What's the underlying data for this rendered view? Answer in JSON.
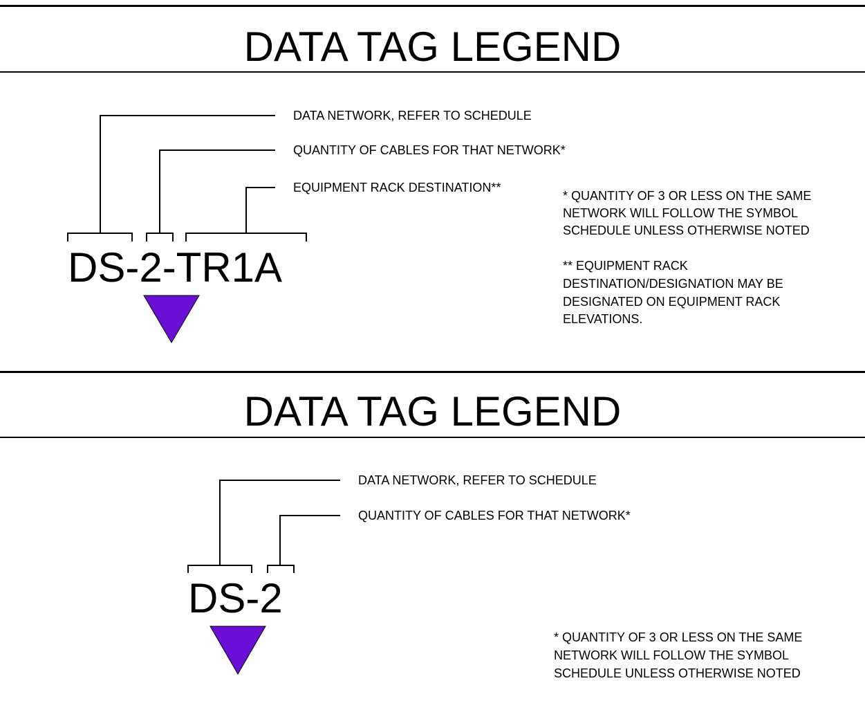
{
  "accent_color": "#6a0fd6",
  "legends": [
    {
      "title": "DATA TAG LEGEND",
      "tag": "DS-2-TR1A",
      "labels": [
        "DATA NETWORK, REFER TO SCHEDULE",
        "QUANTITY OF CABLES FOR THAT NETWORK*",
        "EQUIPMENT RACK DESTINATION**"
      ],
      "notes": [
        [
          "* QUANTITY OF 3 OR LESS ON THE SAME",
          "NETWORK WILL FOLLOW THE SYMBOL",
          "SCHEDULE UNLESS OTHERWISE NOTED"
        ],
        [
          "** EQUIPMENT RACK",
          "DESTINATION/DESIGNATION MAY BE",
          "DESIGNATED ON EQUIPMENT RACK",
          "ELEVATIONS."
        ]
      ],
      "symbol": "triangle-down-icon"
    },
    {
      "title": "DATA TAG LEGEND",
      "tag": "DS-2",
      "labels": [
        "DATA NETWORK, REFER TO SCHEDULE",
        "QUANTITY OF CABLES FOR THAT NETWORK*"
      ],
      "notes": [
        [
          "* QUANTITY OF 3 OR LESS ON THE SAME",
          "NETWORK WILL FOLLOW THE SYMBOL",
          "SCHEDULE UNLESS OTHERWISE NOTED"
        ]
      ],
      "symbol": "triangle-down-icon"
    }
  ]
}
